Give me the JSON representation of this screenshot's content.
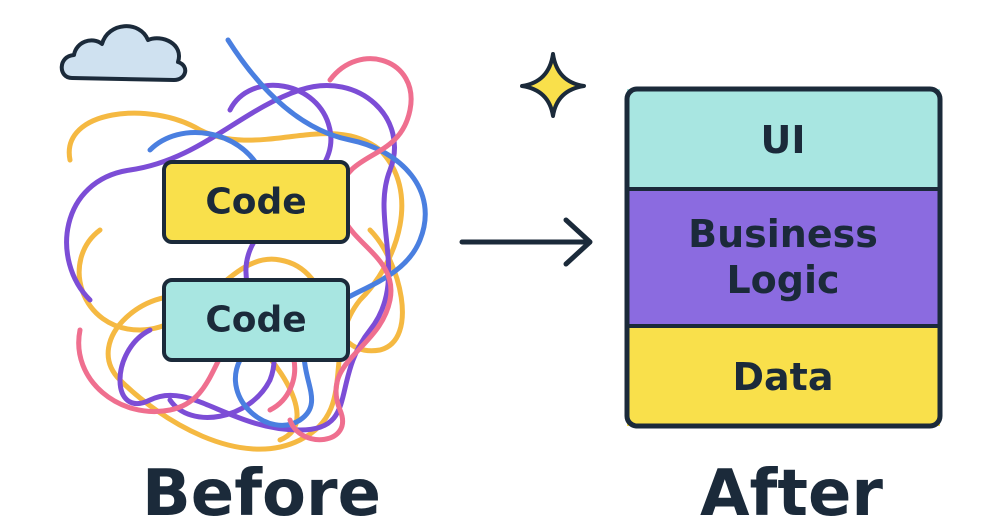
{
  "before": {
    "boxes": [
      {
        "label": "Code",
        "color": "#f9e04b"
      },
      {
        "label": "Code",
        "color": "#a8e6e1"
      }
    ],
    "caption": "Before"
  },
  "after": {
    "layers": {
      "ui": {
        "label": "UI",
        "color": "#a8e6e1"
      },
      "business": {
        "line1": "Business",
        "line2": "Logic",
        "color": "#8b6be0"
      },
      "data": {
        "label": "Data",
        "color": "#f9e04b"
      }
    },
    "caption": "After"
  },
  "colors": {
    "outline": "#1b2a3a",
    "tangle": [
      "#f5b942",
      "#7c4dd6",
      "#4a7fe0",
      "#ef6f8f"
    ],
    "cloud": "#cfe1f0",
    "sparkle": "#f9e04b"
  },
  "icons": [
    "cloud-icon",
    "sparkle-icon",
    "arrow-right-icon"
  ]
}
